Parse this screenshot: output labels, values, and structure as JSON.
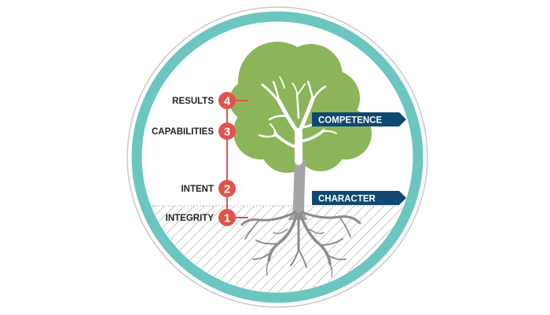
{
  "diagram": {
    "tags": {
      "competence": "COMPETENCE",
      "character": "CHARACTER"
    },
    "steps": [
      {
        "number": "4",
        "label": "RESULTS"
      },
      {
        "number": "3",
        "label": "CAPABILITIES"
      },
      {
        "number": "2",
        "label": "INTENT"
      },
      {
        "number": "1",
        "label": "INTEGRITY"
      }
    ],
    "colors": {
      "ring_outer": "#c9c9c9",
      "ring_teal": "#6bc6bf",
      "foliage": "#8cb55a",
      "trunk": "#a4a5a7",
      "roots": "#8b8c8f",
      "branches": "#ffffff",
      "tag_fill": "#0f4870",
      "marker": "#e2534b",
      "hatch": "#9a9a9a"
    },
    "icons": [
      "tree-icon"
    ]
  }
}
